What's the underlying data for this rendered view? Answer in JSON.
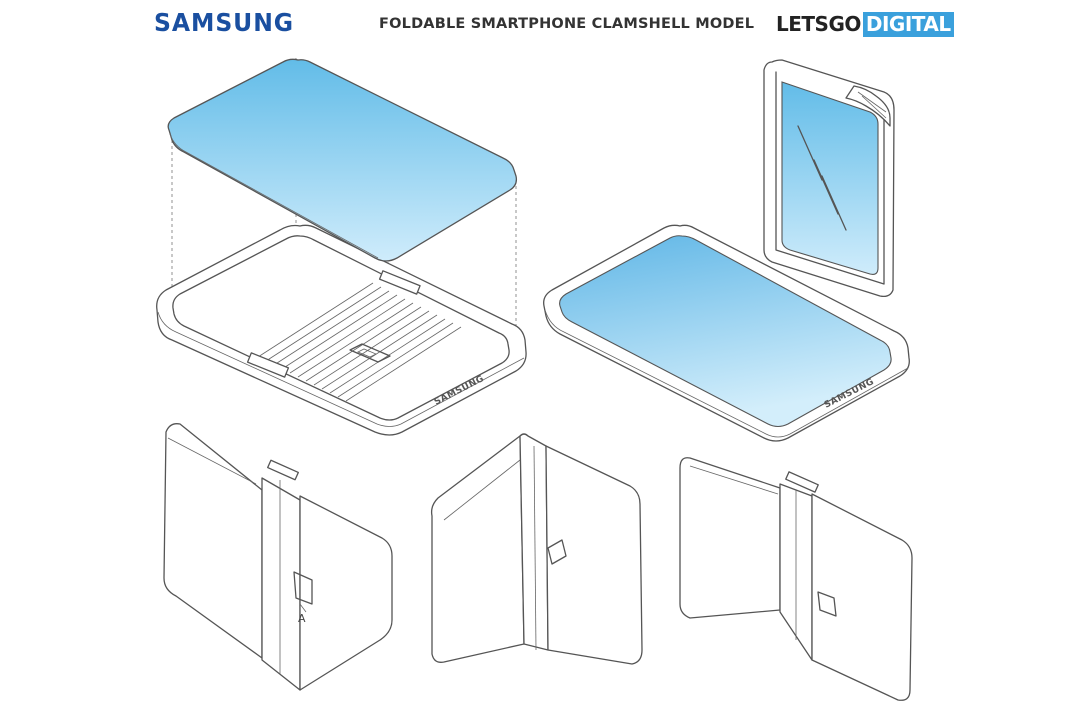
{
  "header": {
    "brand_left": "SAMSUNG",
    "title": "FOLDABLE SMARTPHONE CLAMSHELL MODEL",
    "brand_right_a": "LETSGO",
    "brand_right_b": "DIGITAL"
  },
  "labels": {
    "device_brand_1": "SAMSUNG",
    "device_brand_2": "SAMSUNG",
    "figure_letter": "A"
  },
  "colors": {
    "brand_blue": "#1a4fa0",
    "digital_blue": "#3aa0dc",
    "screen_top": "#62bce8",
    "screen_bottom": "#cfecfb"
  }
}
